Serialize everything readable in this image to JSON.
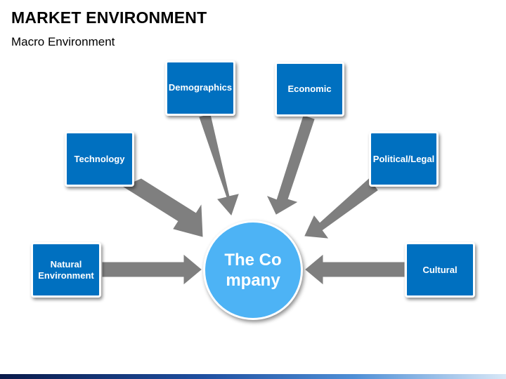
{
  "header": {
    "title": "MARKET ENVIRONMENT",
    "subtitle": "Macro Environment"
  },
  "diagram": {
    "center": {
      "label": "The Company"
    },
    "forces": [
      {
        "id": "technology",
        "label": "Technology"
      },
      {
        "id": "demographics",
        "label": "Demographics"
      },
      {
        "id": "economic",
        "label": "Economic"
      },
      {
        "id": "political-legal",
        "label": "Political/Legal"
      },
      {
        "id": "natural-environment",
        "label": "Natural Environment"
      },
      {
        "id": "cultural",
        "label": "Cultural"
      }
    ],
    "colors": {
      "box": "#0070c0",
      "center": "#4db3f5",
      "arrow": "#7f7f7f"
    }
  }
}
